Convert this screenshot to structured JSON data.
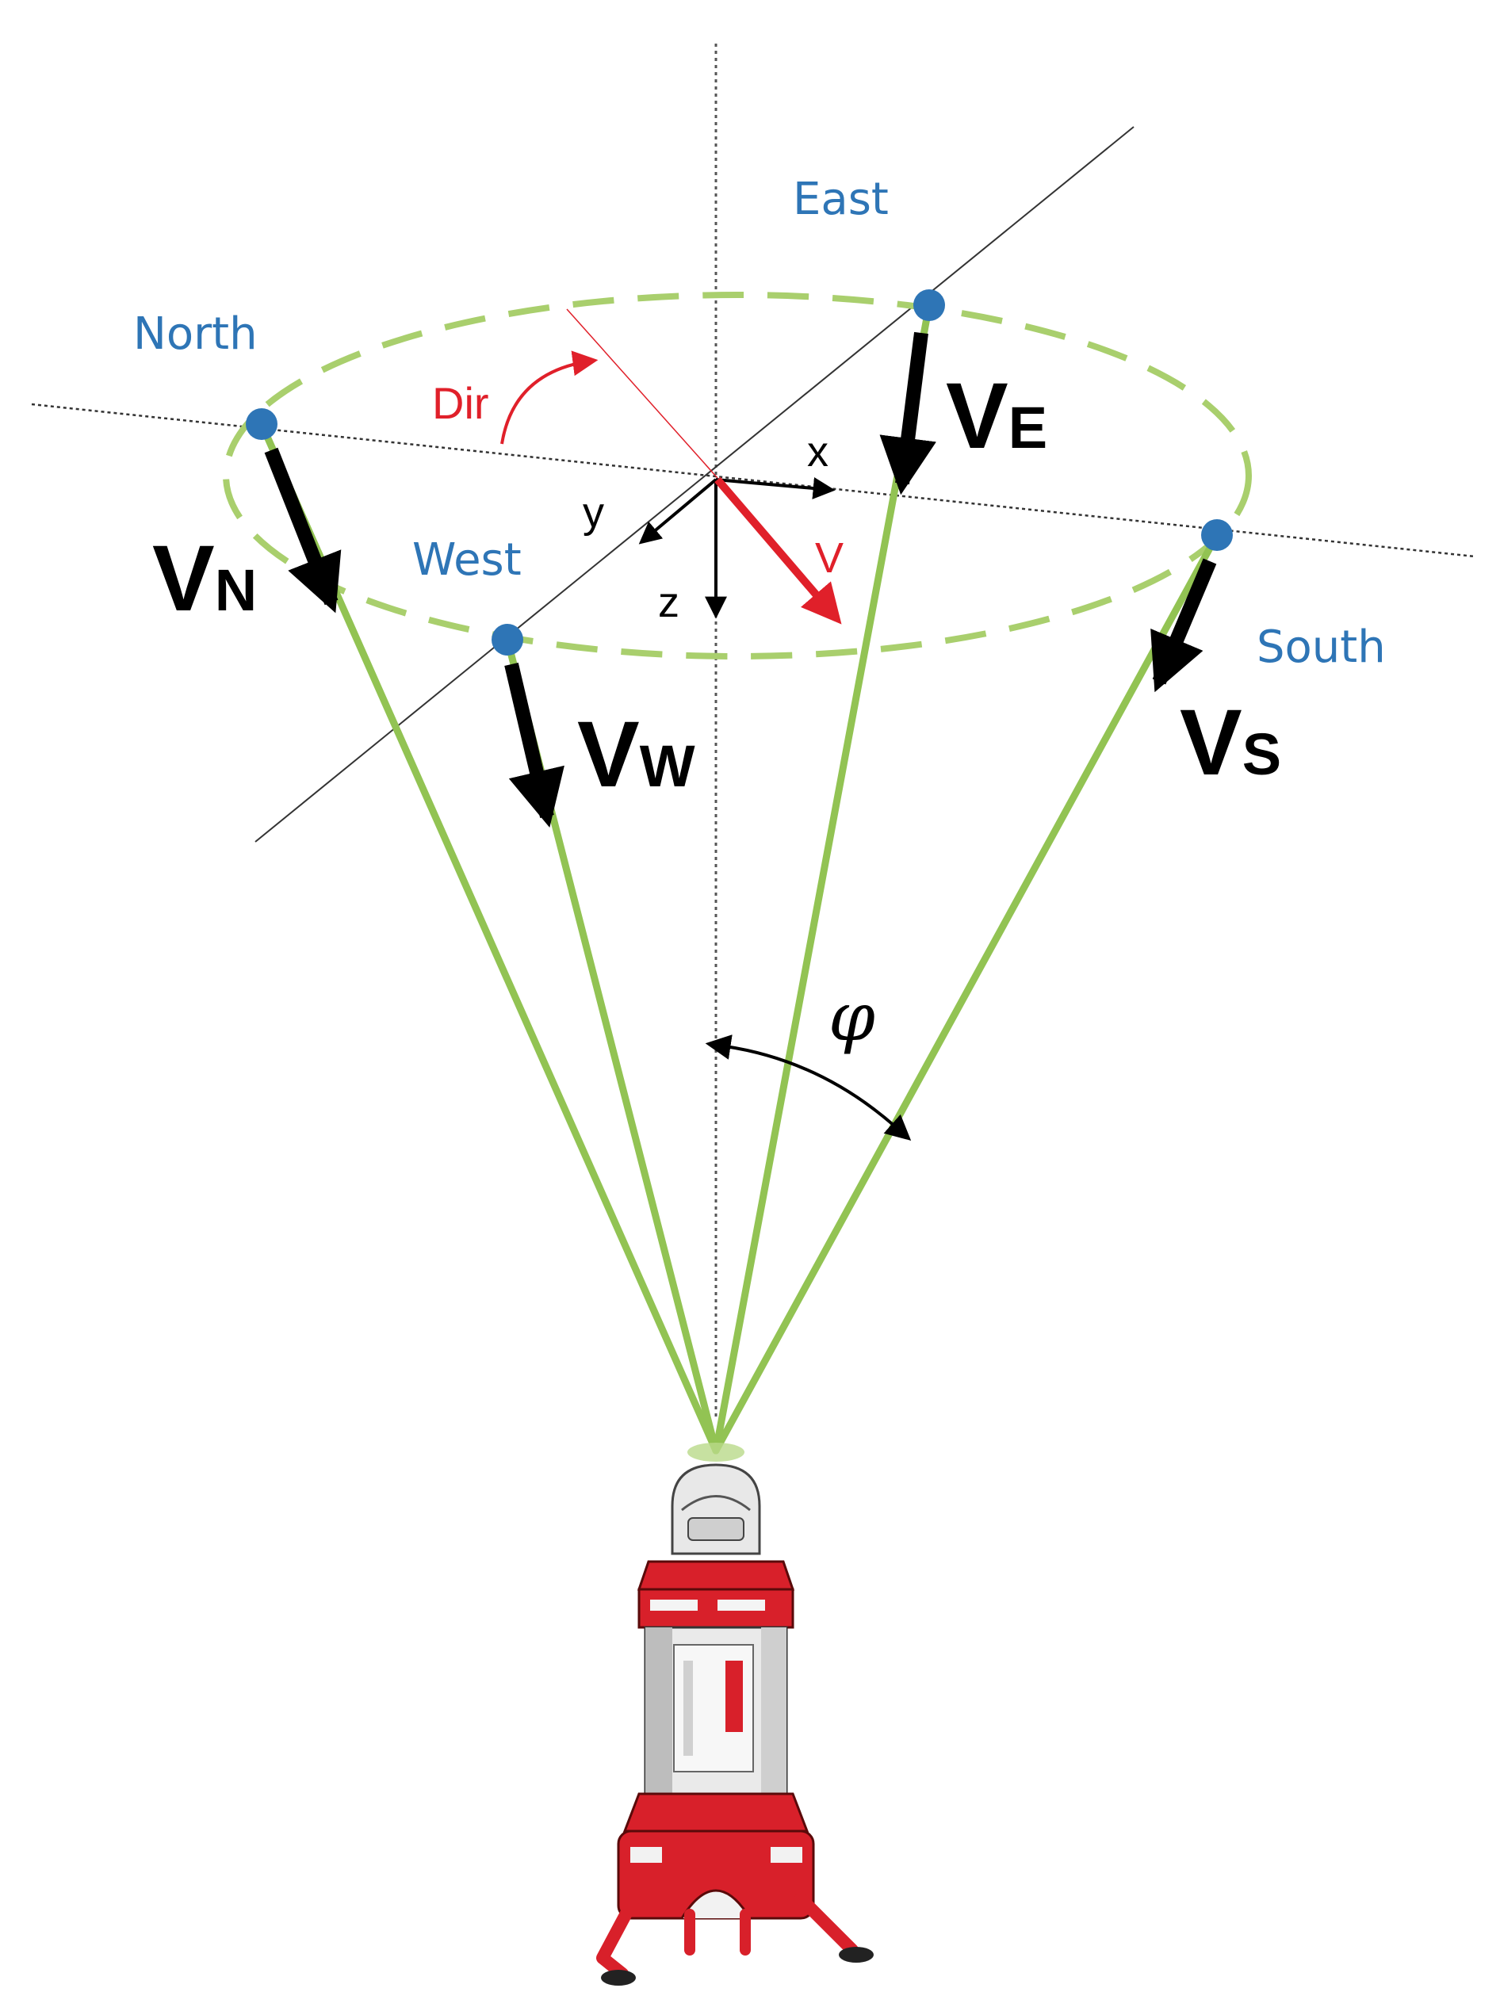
{
  "colors": {
    "compass": "#2e75b6",
    "beam": "#92c353",
    "dashed_circle": "#a9cf6d",
    "arrow": "#000000",
    "red": "#e0202a",
    "axis_line": "#222222"
  },
  "labels": {
    "north": "North",
    "east": "East",
    "west": "West",
    "south": "South",
    "x": "x",
    "y": "y",
    "z": "z",
    "v": "V",
    "dir": "Dir",
    "phi": "φ"
  },
  "velocity": {
    "north": {
      "main": "V",
      "sub": "N"
    },
    "east": {
      "main": "V",
      "sub": "E"
    },
    "west": {
      "main": "V",
      "sub": "W"
    },
    "south": {
      "main": "V",
      "sub": "S"
    }
  },
  "icons": {
    "lidar": "lidar-instrument-icon"
  }
}
